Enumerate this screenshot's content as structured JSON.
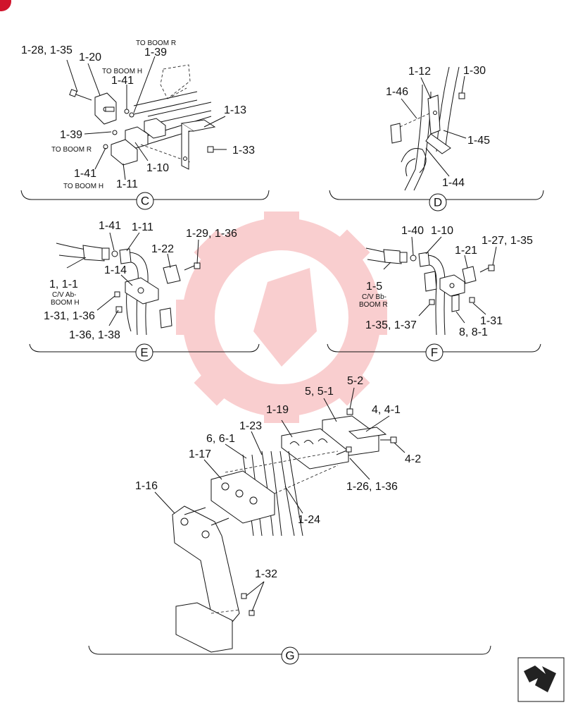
{
  "sections": [
    {
      "id": "C",
      "labels": [
        "1-28, 1-35",
        "1-20",
        "TO BOOM R",
        "1-39",
        "TO BOOM H",
        "1-41",
        "1-13",
        "1-39",
        "TO BOOM R",
        "1-33",
        "1-10",
        "1-41",
        "TO BOOM H",
        "1-11"
      ]
    },
    {
      "id": "D",
      "labels": [
        "1-12",
        "1-30",
        "1-46",
        "1-45",
        "1-44"
      ]
    },
    {
      "id": "E",
      "labels": [
        "1-41",
        "1-11",
        "1-29, 1-36",
        "1-22",
        "1, 1-1",
        "C/V Ab-",
        "BOOM H",
        "1-14",
        "1-31, 1-36",
        "1-36, 1-38"
      ]
    },
    {
      "id": "F",
      "labels": [
        "1-40",
        "1-10",
        "1-27, 1-35",
        "1-21",
        "1-5",
        "C/V Bb-",
        "BOOM R",
        "1-35, 1-37",
        "1-31",
        "8, 8-1"
      ]
    },
    {
      "id": "G",
      "labels": [
        "5, 5-1",
        "5-2",
        "4, 4-1",
        "1-19",
        "1-23",
        "6, 6-1",
        "1-17",
        "4-2",
        "1-26, 1-36",
        "1-16",
        "1-24",
        "1-32"
      ]
    }
  ],
  "colors": {
    "line": "#111111",
    "watermark": "#e8252b",
    "badge": "#d0142c"
  },
  "icons": [
    "arrow-icon",
    "watermark-gear-icon",
    "corner-badge-icon"
  ]
}
